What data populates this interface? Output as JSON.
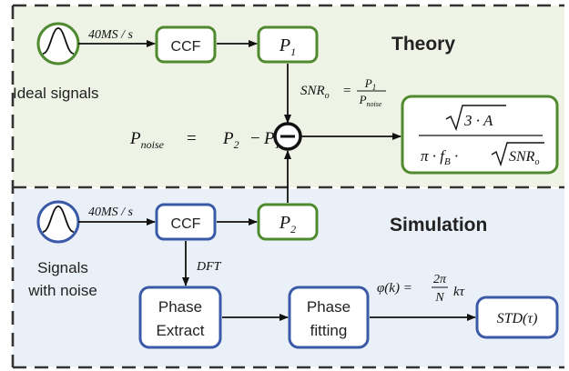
{
  "colors": {
    "theory_bg": "#eef3e6",
    "simulation_bg": "#eaf0f8",
    "green_box": "#4f8a2f",
    "blue_box": "#3a5aa8",
    "dash": "#333333"
  },
  "theory": {
    "title": "Theory",
    "rate_label": "40MS / s",
    "source_label": "Ideal signals",
    "ccf_label": "CCF",
    "p1_symbol": "P",
    "p1_sub": "1",
    "snr_lhs": "SNR",
    "snr_lhs_sub": "o",
    "snr_eq": "=",
    "snr_num": "P",
    "snr_num_sub": "1",
    "snr_den": "P",
    "snr_den_sub": "noise",
    "pnoise_lhs": "P",
    "pnoise_lhs_sub": "noise",
    "pnoise_eq": "=",
    "pnoise_rhs_a": "P",
    "pnoise_rhs_a_sub": "2",
    "pnoise_minus": "−",
    "pnoise_rhs_b": "P",
    "pnoise_rhs_b_sub": "1",
    "result_num": "3 · A",
    "result_den_a": "π · f",
    "result_den_sub": "B",
    "result_den_b": " · ",
    "result_den_root": "SNR",
    "result_den_root_sub": "o"
  },
  "simulation": {
    "title": "Simulation",
    "rate_label": "40MS / s",
    "source_label_line1": "Signals",
    "source_label_line2": "with noise",
    "ccf_label": "CCF",
    "p2_symbol": "P",
    "p2_sub": "2",
    "dft_label": "DFT",
    "phase_extract_line1": "Phase",
    "phase_extract_line2": "Extract",
    "phase_fitting_line1": "Phase",
    "phase_fitting_line2": "fitting",
    "phi_lhs": "φ(k) =",
    "phi_num": "2π",
    "phi_den": "N",
    "phi_rhs": "kτ",
    "std_label": "STD(τ)"
  }
}
